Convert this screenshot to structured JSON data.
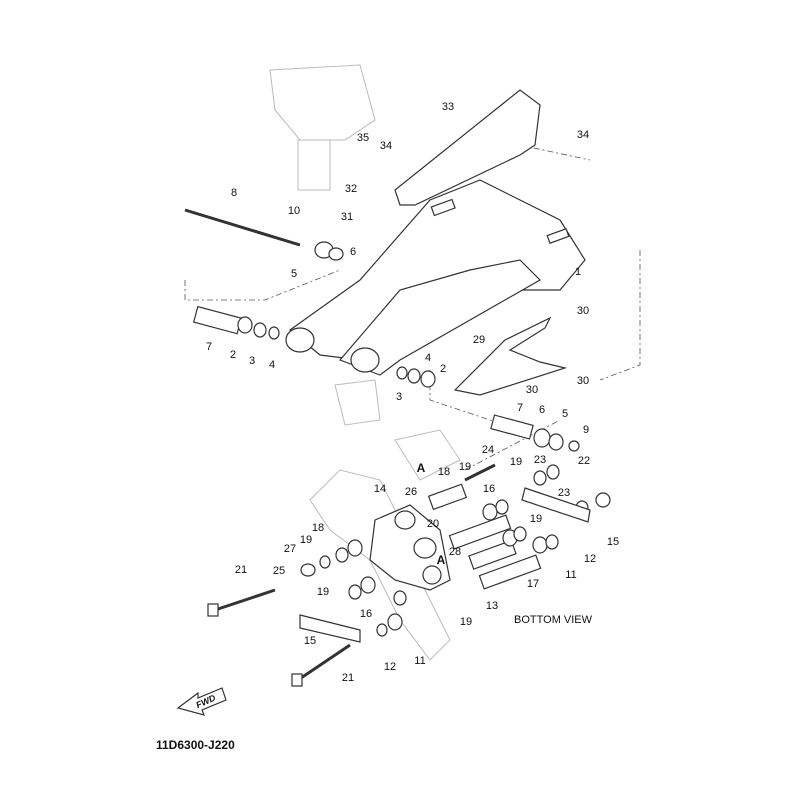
{
  "diagram": {
    "callouts": [
      "33",
      "34",
      "35",
      "34",
      "32",
      "31",
      "8",
      "10",
      "6",
      "5",
      "1",
      "30",
      "29",
      "7",
      "2",
      "3",
      "4",
      "4",
      "2",
      "3",
      "30",
      "30",
      "7",
      "6",
      "5",
      "9",
      "24",
      "19",
      "18",
      "19",
      "A",
      "23",
      "22",
      "14",
      "26",
      "16",
      "23",
      "20",
      "19",
      "18",
      "15",
      "19",
      "27",
      "28",
      "A",
      "12",
      "25",
      "11",
      "17",
      "21",
      "19",
      "16",
      "13",
      "19",
      "15",
      "12",
      "11",
      "21"
    ],
    "view_label": "BOTTOM VIEW",
    "fwd_label": "FWD",
    "drawing_code": "11D6300-J220"
  }
}
